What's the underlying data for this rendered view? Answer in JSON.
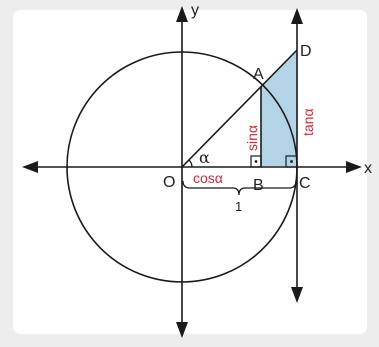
{
  "colors": {
    "background": "#ededed",
    "card": "#ffffff",
    "stroke": "#1a1a1a",
    "fill": "#b3d4e6",
    "red": "#d02a3c"
  },
  "labels": {
    "x_axis": "x",
    "y_axis": "y",
    "origin": "O",
    "point_a": "A",
    "point_b": "B",
    "point_c": "C",
    "point_d": "D",
    "angle": "α",
    "cos": "cosα",
    "sin": "sinα",
    "tan": "tanα",
    "unit": "1"
  }
}
